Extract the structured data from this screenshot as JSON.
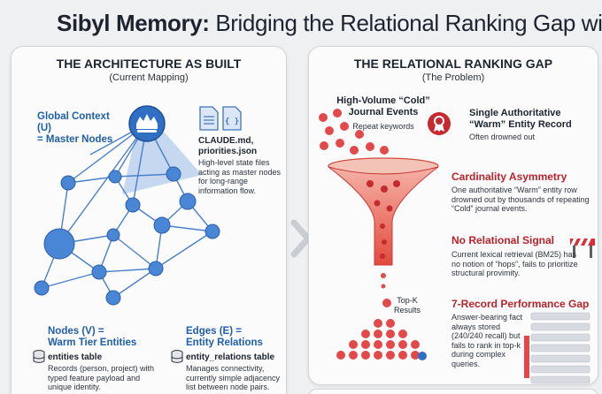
{
  "page": {
    "headline_bold": "Sibyl Memory:",
    "headline_rest": " Bridging the Relational Ranking Gap with"
  },
  "left_panel": {
    "title": "THE ARCHITECTURE AS BUILT",
    "subtitle": "(Current Mapping)",
    "global_context_line1": "Global Context (U)",
    "global_context_line2": "= Master Nodes",
    "files_title_line1": "CLAUDE.md,",
    "files_title_line2": "priorities.json",
    "files_desc": "High-level state files acting as master nodes for long-range information flow.",
    "nodes_title_line1": "Nodes (V) =",
    "nodes_title_line2": "Warm Tier Entities",
    "nodes_table": "entities table",
    "nodes_desc": "Records (person, project) with typed feature payload and unique identity.",
    "edges_title_line1": "Edges (E) =",
    "edges_title_line2": "Entity Relations",
    "edges_table": "entity_relations table",
    "edges_desc": "Manages connectivity, currently simple adjacency list between node pairs."
  },
  "right_panel": {
    "title": "THE RELATIONAL RANKING GAP",
    "subtitle": "(The Problem)",
    "cold_title_line1": "High-Volume “Cold”",
    "cold_title_line2": "Journal Events",
    "cold_sub": "Repeat keywords",
    "warm_title_line1": "Single Authoritative",
    "warm_title_line2": "“Warm” Entity Record",
    "warm_sub": "Often drowned out",
    "card_title": "Cardinality Asymmetry",
    "card_desc": "One authoritative “Warm” entity row drowned out by thousands of repeating “Cold” journal events.",
    "norel_title": "No Relational Signal",
    "norel_desc": "Current lexical retrieval (BM25) has no notion of “hops”, fails to prioritize structural provimity.",
    "topk_line1": "Top-K",
    "topk_line2": "Results",
    "gap_title": "7-Record Performance Gap",
    "gap_desc": "Answer-bearing fact always stored (240/240 recall) but fails to rank in top-k during complex queries."
  },
  "colors": {
    "accent_blue": "#1f5fa8",
    "node_blue": "#4a86d6",
    "accent_red": "#b8232a",
    "dot_red": "#e24a4a"
  },
  "icons": {
    "crown": "crown-icon",
    "files": "document-icon",
    "db": "database-icon",
    "ribbon": "award-ribbon-icon",
    "barrier": "roadblock-icon",
    "funnel": "funnel-icon",
    "arrow": "chevron-right-icon"
  }
}
